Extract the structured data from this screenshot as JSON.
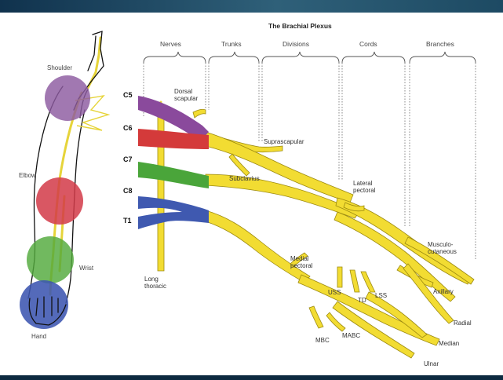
{
  "title": "The Brachial Plexus",
  "column_headers": [
    "Nerves",
    "Trunks",
    "Divisions",
    "Cords",
    "Branches"
  ],
  "roots": [
    "C5",
    "C6",
    "C7",
    "C8",
    "T1"
  ],
  "body_regions": [
    "Shoulder",
    "Elbow",
    "Wrist",
    "Hand"
  ],
  "branch_labels": {
    "dorsal_scapular": "Dorsal\nscapular",
    "suprascapular": "Suprascapular",
    "subclavius": "Subclavius",
    "lateral_pectoral": "Lateral\npectoral",
    "medial_pectoral": "Medial\npectoral",
    "musculocutaneous": "Musculo-\ncutaneous",
    "long_thoracic": "Long\nthoracic",
    "uss": "USS",
    "td": "TD",
    "lss": "LSS",
    "axillary": "Axillary",
    "radial": "Radial",
    "median": "Median",
    "ulnar": "Ulnar",
    "mbc": "MBC",
    "mabc": "MABC"
  },
  "colors": {
    "c5": "#8a4a9c",
    "c6": "#d43a3a",
    "c7": "#4aa53a",
    "c8_t1": "#3f59b0",
    "nerve": "#f2dc32",
    "shoulder_circle": "#8c5aa0",
    "elbow_circle": "#d23a48",
    "wrist_circle": "#52aa3c",
    "hand_circle": "#3c55b0",
    "header_bar": "#1d4a63"
  },
  "icons": [
    "arm-figure-illustration"
  ]
}
